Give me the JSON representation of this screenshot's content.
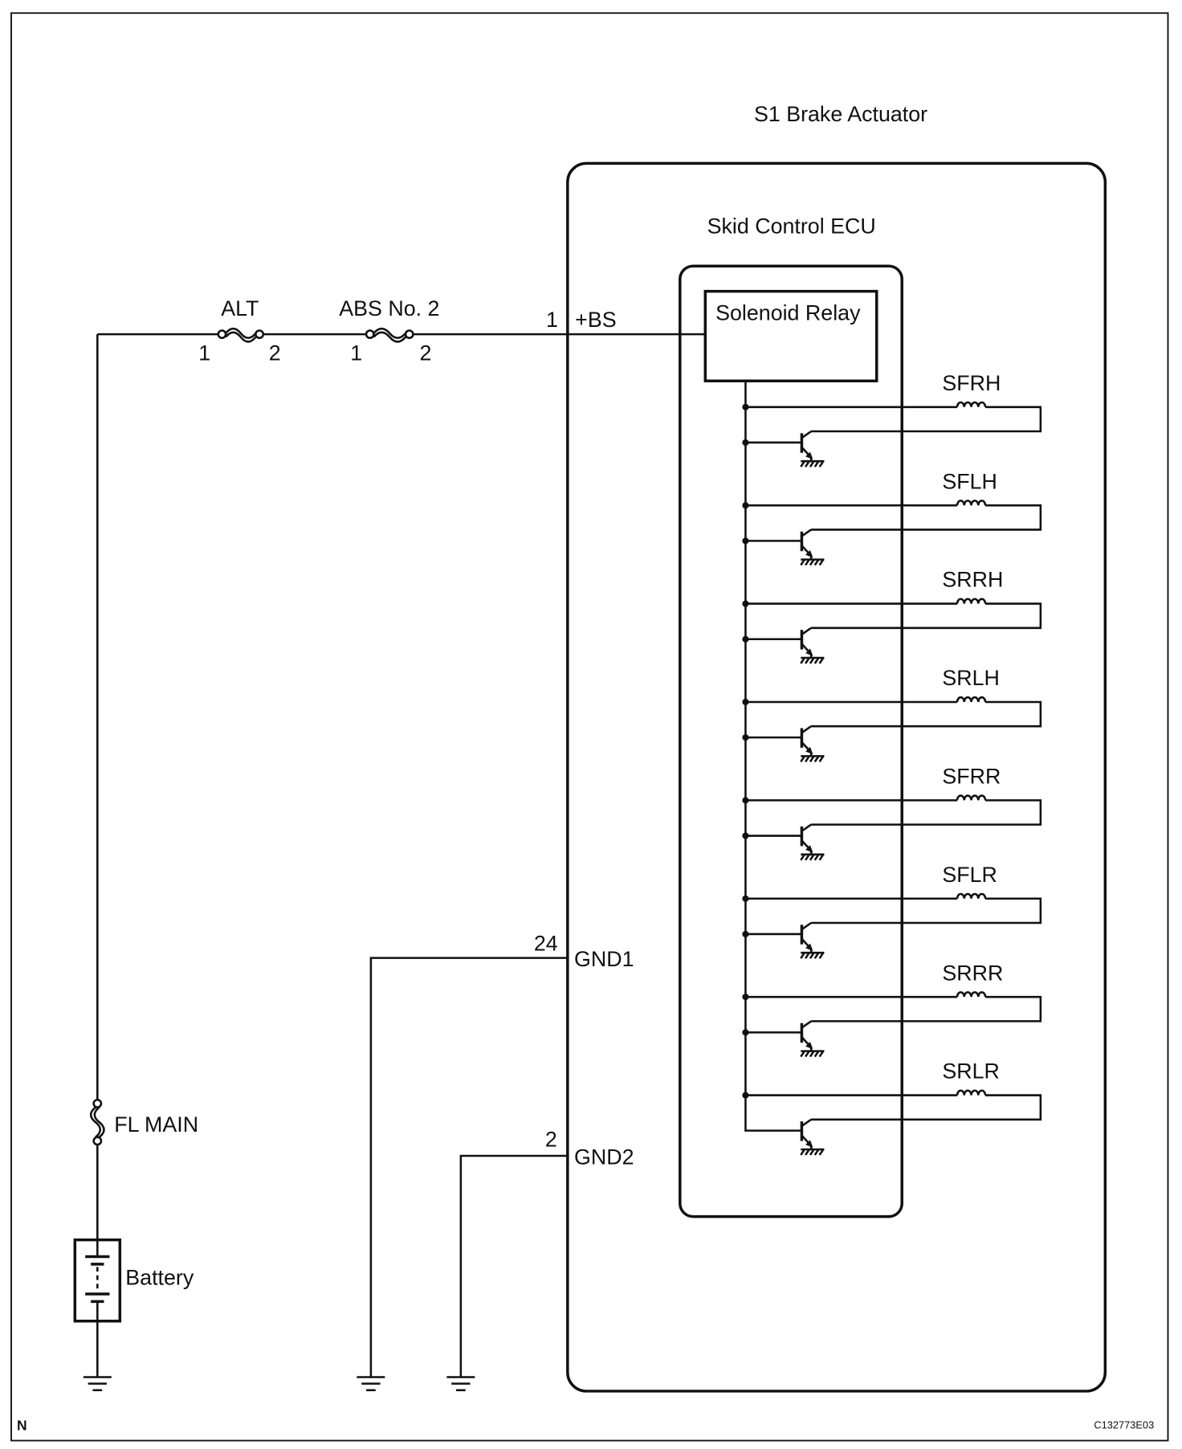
{
  "actuator": {
    "title": "S1 Brake Actuator"
  },
  "ecu": {
    "title": "Skid Control ECU",
    "relay_label": "Solenoid Relay"
  },
  "fuses": {
    "alt": {
      "label": "ALT",
      "pin_in": "1",
      "pin_out": "2"
    },
    "abs": {
      "label": "ABS No. 2",
      "pin_in": "1",
      "pin_out": "2"
    },
    "fl_main": {
      "label": "FL MAIN"
    }
  },
  "battery": {
    "label": "Battery"
  },
  "terminals": {
    "bs": {
      "pin": "1",
      "name": "+BS"
    },
    "gnd1": {
      "pin": "24",
      "name": "GND1"
    },
    "gnd2": {
      "pin": "2",
      "name": "GND2"
    }
  },
  "solenoids": [
    {
      "label": "SFRH"
    },
    {
      "label": "SFLH"
    },
    {
      "label": "SRRH"
    },
    {
      "label": "SRLH"
    },
    {
      "label": "SFRR"
    },
    {
      "label": "SFLR"
    },
    {
      "label": "SRRR"
    },
    {
      "label": "SRLR"
    }
  ],
  "corner_labels": {
    "left": "N",
    "right": "C132773E03"
  }
}
